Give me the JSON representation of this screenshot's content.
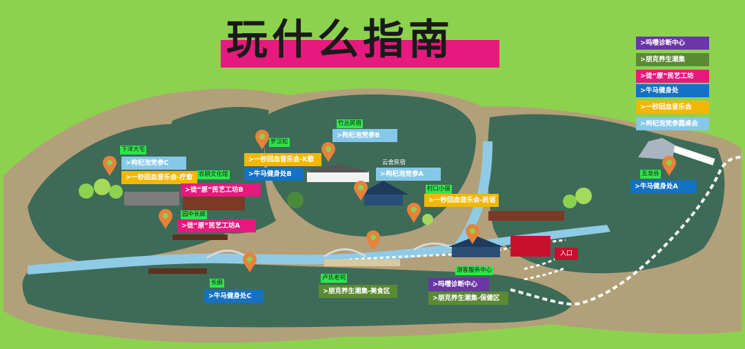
{
  "title": "玩什么指南",
  "legend": [
    {
      "text": ">吗嘤诊断中心",
      "color": "purple"
    },
    {
      "text": ">朋克养生潮集",
      "color": "olive"
    },
    {
      "text": ">徒“原”民艺工坊",
      "color": "pink"
    },
    {
      "text": ">牛马健身处",
      "color": "blue"
    },
    {
      "text": ">一秒回血音乐会",
      "color": "yellow"
    },
    {
      "text": ">枸杞泡党参圆桌会",
      "color": "sky"
    }
  ],
  "places": {
    "xiayang": "下洋大宅",
    "nongeng": "农耕文化馆",
    "luohan": "罗汉松",
    "zhulin": "竹丛民宿",
    "yunshe": "云舍民宿",
    "cunkou": "村口小屋",
    "yuanzhong": "园中长廊",
    "wulong": "五龙谷",
    "changlang": "长廊",
    "luzhe": "卢氏老祠",
    "youke": "游客服务中心",
    "entrance": "入口"
  },
  "tags": {
    "gouqi_c": ">枸杞泡党参C",
    "yiniao_shi": ">一秒回血音乐会-疗愈",
    "tu_b": ">徒“原”民艺工坊B",
    "yimiao_k": ">一秒回血音乐会-K歌",
    "niuma_b": ">牛马健身处B",
    "gouqi_b": ">枸杞泡党参B",
    "gouqi_a": ">枸杞泡党参A",
    "yimiao_wu": ">一秒回血音乐会-民谣",
    "tu_a": ">徒“原”民艺工坊A",
    "niuma_a": ">牛马健身处A",
    "niuma_c": ">牛马健身处C",
    "pengke_mei": ">朋克养生潮集-美食区",
    "maying": ">吗嘤诊断中心",
    "pengke_bao": ">朋克养生潮集-保健区"
  },
  "colors": {
    "grass": "#8cd24e",
    "ground": "#3e6b58",
    "path": "#b2a07a",
    "river": "#8fcbe6",
    "pin": "#e8823a"
  }
}
